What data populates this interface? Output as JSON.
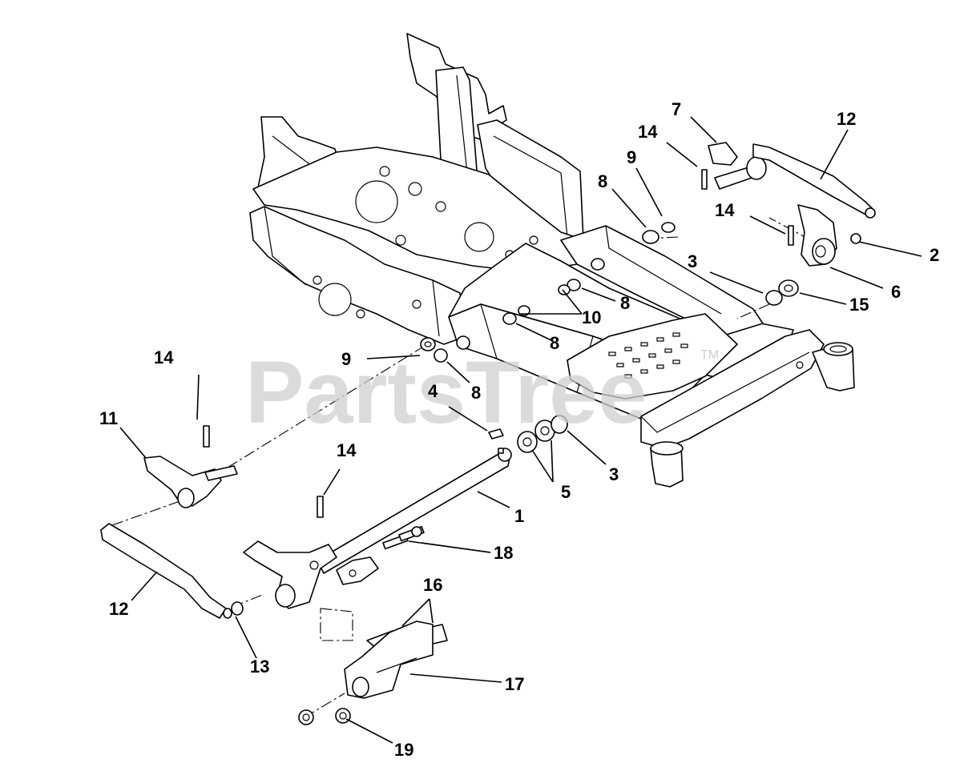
{
  "watermark": {
    "text": "PartsTree",
    "trademark": "TM"
  },
  "callouts": [
    "7",
    "12",
    "14",
    "9",
    "8",
    "14",
    "2",
    "3",
    "6",
    "8",
    "10",
    "8",
    "15",
    "14",
    "9",
    "8",
    "4",
    "11",
    "14",
    "3",
    "5",
    "1",
    "18",
    "12",
    "13",
    "16",
    "17",
    "19"
  ]
}
